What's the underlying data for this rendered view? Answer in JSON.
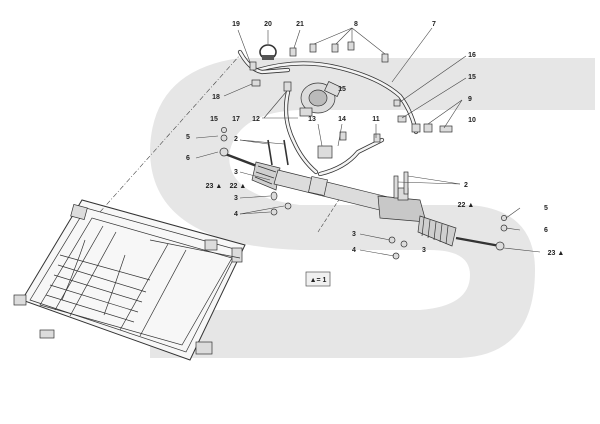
{
  "diagram": {
    "legend_text": "▲= 1",
    "labels": {
      "l19": "19",
      "l20": "20",
      "l21": "21",
      "l8": "8",
      "l7": "7",
      "l16": "16",
      "l15a": "15",
      "l9": "9",
      "l10": "10",
      "l18": "18",
      "l15b": "15",
      "l17": "17",
      "l12": "12",
      "l13": "13",
      "l14": "14",
      "l11": "11",
      "l15c": "15",
      "l5a": "5",
      "l6a": "6",
      "l2a": "2",
      "l3a": "3",
      "l23a": "23 ▲",
      "l22a": "22 ▲",
      "l3b": "3",
      "l4a": "4",
      "l2b": "2",
      "l22b": "22 ▲",
      "l5b": "5",
      "l6b": "6",
      "l3c": "3",
      "l4b": "4",
      "l3d": "3",
      "l23b": "23 ▲"
    },
    "colors": {
      "watermark": "#e6e6e6",
      "line": "#333333"
    }
  }
}
